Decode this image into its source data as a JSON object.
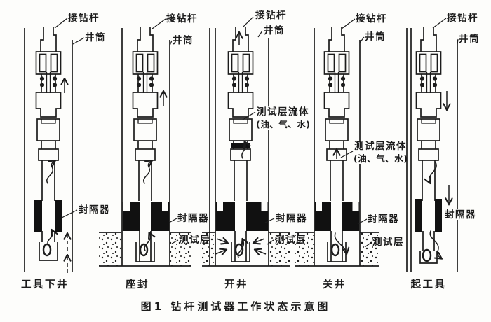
{
  "figure": {
    "caption": "图1  钻杆测试器工作状态示意图"
  },
  "labels": {
    "connect_drill_pipe": "接钻杆",
    "wellbore": "井筒",
    "packer": "封隔器",
    "test_zone": "测试层",
    "zone_fluid_line1": "测试层流体",
    "zone_fluid_line2": "(油、气、水)"
  },
  "stages": [
    {
      "name": "工具下井"
    },
    {
      "name": "座封"
    },
    {
      "name": "开井"
    },
    {
      "name": "关井"
    },
    {
      "name": "起工具"
    }
  ],
  "colors": {
    "ink": "#1c1c1c",
    "paper": "#fdfdfb",
    "packer_fill": "#111111"
  }
}
